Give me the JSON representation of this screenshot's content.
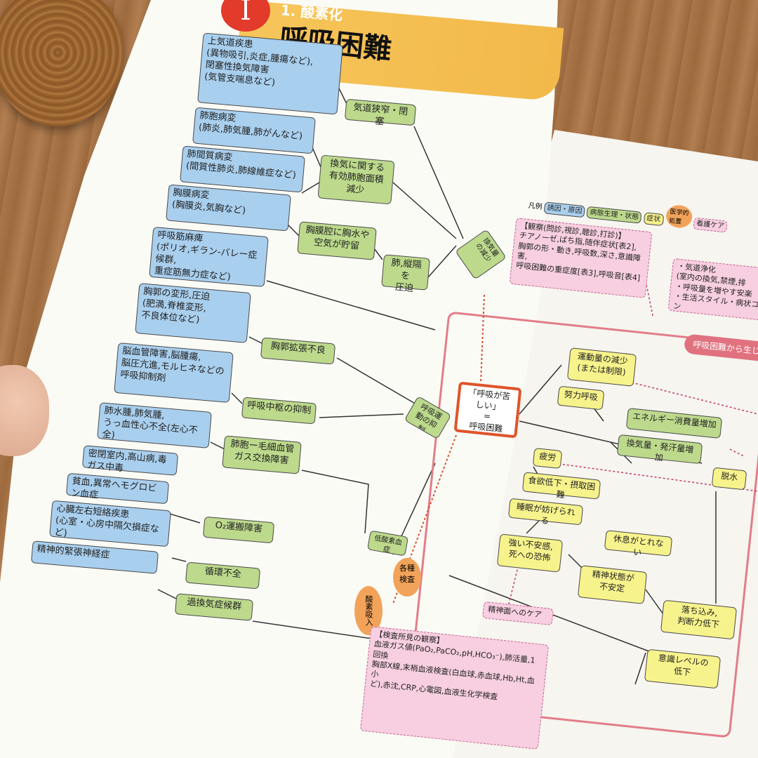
{
  "chapter": {
    "badge": "I",
    "section": "1. 酸素化",
    "title": "呼吸困難"
  },
  "causes": [
    {
      "text": "上気道疾患\n(異物吸引,炎症,腫瘍など),\n閉塞性換気障害\n(気管支喘息など)"
    },
    {
      "text": "肺胞病変\n(肺炎,肺気腫,肺がんなど)"
    },
    {
      "text": "肺間質病変\n(間質性肺炎,肺線維症など)"
    },
    {
      "text": "胸膜病変\n(胸膜炎,気胸など)"
    },
    {
      "text": "呼吸筋麻痺\n(ポリオ,ギラン-バレー症候群,\n重症筋無力症など)"
    },
    {
      "text": "胸郭の変形,圧迫\n(肥満,脊椎変形,\n不良体位など)"
    },
    {
      "text": "脳血管障害,脳腫瘍,\n脳圧亢進,モルヒネなどの\n呼吸抑制剤"
    },
    {
      "text": "肺水腫,肺気腫,\nうっ血性心不全(左心不全)"
    },
    {
      "text": "密閉室内,高山病,毒ガス中毒"
    },
    {
      "text": "貧血,異常ヘモグロビン血症"
    },
    {
      "text": "心臓左右短絡疾患\n(心室・心房中隔欠損症など)"
    },
    {
      "text": "精神的緊張神経症"
    }
  ],
  "pathology": {
    "airway": "気道狭窄・閉塞",
    "alveoli": "換気に関する\n有効肺胞面積\n減少",
    "pleural": "胸膜腔に胸水や\n空気が貯留",
    "mediastinum": "肺,縦隔を\n圧迫",
    "vent_decrease": "換気量の減少",
    "chest_expand": "胸郭拡張不良",
    "center": "呼吸中枢の抑制",
    "resp_move": "呼吸運動の抑制",
    "capillary": "肺胞ー毛細血管\nガス交換障害",
    "o2": "O₂運搬障害",
    "circ": "循環不全",
    "hyper": "過換気症候群",
    "hypox": "低酸素血症"
  },
  "legend": {
    "prefix": "凡例",
    "items": [
      "誘因・原因",
      "病態生理・状態",
      "症状",
      "医学的\n処置",
      "看護ケア"
    ]
  },
  "observe_top": "【観察(問診,視診,聴診,打診)】\nチアノーゼ,ばち指,随伴症状[表2],\n胸郭の形・動き,呼吸数,深さ,意識障害,\n呼吸困難の重症度[表3],呼吸音[表4]",
  "care_top": "・気道浄化\n(室内の換気,禁煙,排\n・呼吸量を増やす安楽\n・生活スタイル・病状コン",
  "main_symptom": "「呼吸が苦しい」\n=\n呼吸困難",
  "effects_header": "呼吸困難から生じ",
  "effects": {
    "exercise": "運動量の減少\n(または制限)",
    "effort": "努力呼吸",
    "energy": "エネルギー消費量増加",
    "vent_sweat": "換気量・発汗量増加",
    "fatigue": "疲労",
    "dehydration": "脱水",
    "appetite": "食欲低下・摂取困難",
    "sleep": "睡眠が妨げられる",
    "rest": "休息がとれない",
    "anxiety": "強い不安感,\n死への恐怖",
    "mental": "精神状態が\n不安定",
    "depress": "落ち込み,\n判断力低下",
    "conscious": "意識レベルの\n低下"
  },
  "mental_care": "精神面へのケア",
  "oxygen": "酸素吸入",
  "exam": "各種\n検査",
  "observe_bottom": "【検査所見の観察】\n血液ガス値(PaO₂,PaCO₂,pH,HCO₃⁻),肺活量,1回換\n胸部X線,末梢血液検査(白血球,赤血球,Hb,Ht,血小\nど),赤沈,CRP,心電図,血液生化学検査"
}
